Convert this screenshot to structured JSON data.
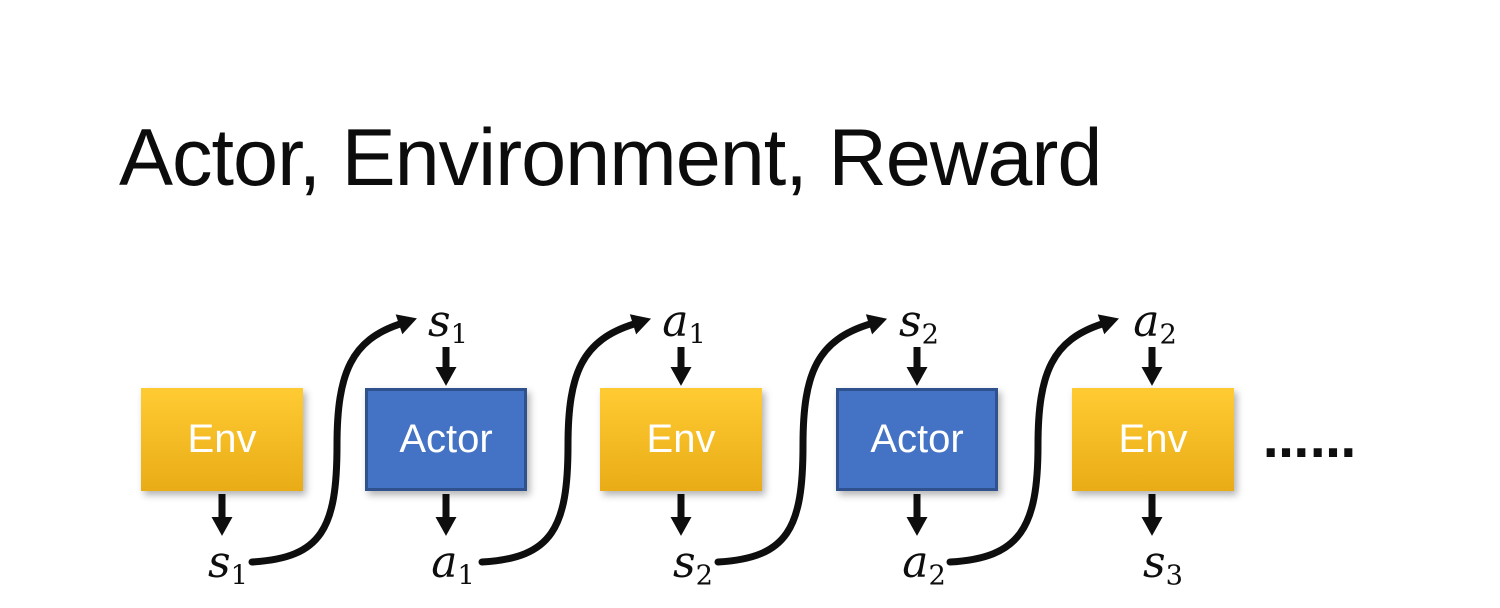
{
  "title": "Actor, Environment, Reward",
  "diagram": {
    "boxes": [
      {
        "label": "Env",
        "kind": "env"
      },
      {
        "label": "Actor",
        "kind": "actor"
      },
      {
        "label": "Env",
        "kind": "env"
      },
      {
        "label": "Actor",
        "kind": "actor"
      },
      {
        "label": "Env",
        "kind": "env"
      }
    ],
    "top_labels": [
      {
        "base": "s",
        "sub": "1"
      },
      {
        "base": "a",
        "sub": "1"
      },
      {
        "base": "s",
        "sub": "2"
      },
      {
        "base": "a",
        "sub": "2"
      }
    ],
    "bottom_labels": [
      {
        "base": "s",
        "sub": "1"
      },
      {
        "base": "a",
        "sub": "1"
      },
      {
        "base": "s",
        "sub": "2"
      },
      {
        "base": "a",
        "sub": "2"
      },
      {
        "base": "s",
        "sub": "3"
      }
    ],
    "ellipsis": "……"
  },
  "colors": {
    "title_text": "#0C0C0C",
    "env_gradient_top": "#FFCB33",
    "env_gradient_bottom": "#E9AC17",
    "actor_fill": "#4472C4",
    "actor_border": "#2F528F",
    "box_text": "#FFFFFF",
    "arrow": "#0E0E0E",
    "page_bg": "#FFFFFF"
  }
}
